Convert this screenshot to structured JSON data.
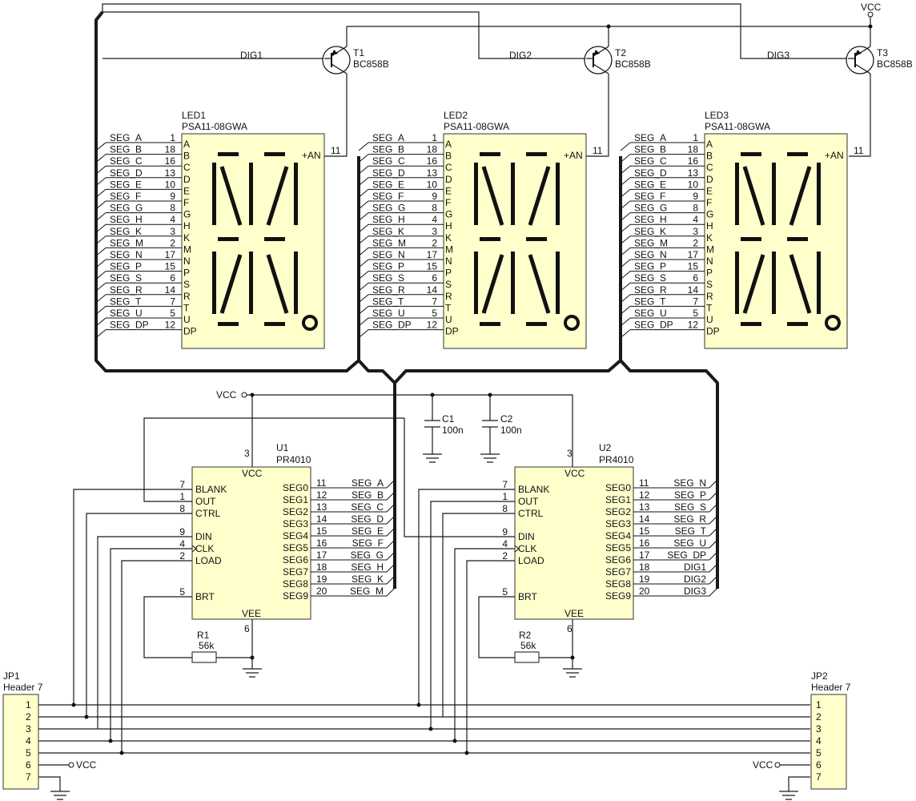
{
  "vcc": "VCC",
  "header_pins": [
    "1",
    "2",
    "3",
    "4",
    "5",
    "6",
    "7"
  ],
  "transistors": [
    {
      "ref": "T1",
      "part": "BC858B",
      "dig": "DIG1"
    },
    {
      "ref": "T2",
      "part": "BC858B",
      "dig": "DIG2"
    },
    {
      "ref": "T3",
      "part": "BC858B",
      "dig": "DIG3"
    }
  ],
  "leds": [
    {
      "ref": "LED1",
      "part": "PSA11-08GWA"
    },
    {
      "ref": "LED2",
      "part": "PSA11-08GWA"
    },
    {
      "ref": "LED3",
      "part": "PSA11-08GWA"
    }
  ],
  "led_pins": {
    "nets": [
      "SEG_A",
      "SEG_B",
      "SEG_C",
      "SEG_D",
      "SEG_E",
      "SEG_F",
      "SEG_G",
      "SEG_H",
      "SEG_K",
      "SEG_M",
      "SEG_N",
      "SEG_P",
      "SEG_S",
      "SEG_R",
      "SEG_T",
      "SEG_U",
      "SEG_DP"
    ],
    "nums": [
      "1",
      "18",
      "16",
      "13",
      "10",
      "9",
      "8",
      "4",
      "3",
      "2",
      "17",
      "15",
      "6",
      "14",
      "7",
      "5",
      "12"
    ],
    "letters": [
      "A",
      "B",
      "C",
      "D",
      "E",
      "F",
      "G",
      "H",
      "K",
      "M",
      "N",
      "P",
      "S",
      "R",
      "T",
      "U",
      "DP"
    ],
    "anode": "+AN",
    "anode_pin": "11"
  },
  "drivers": [
    {
      "ref": "U1",
      "part": "PR4010",
      "vcc_pin": "3",
      "vee_pin": "6",
      "out_nets": [
        "SEG_A",
        "SEG_B",
        "SEG_C",
        "SEG_D",
        "SEG_E",
        "SEG_F",
        "SEG_G",
        "SEG_H",
        "SEG_K",
        "SEG_M"
      ]
    },
    {
      "ref": "U2",
      "part": "PR4010",
      "vcc_pin": "3",
      "vee_pin": "6",
      "out_nets": [
        "SEG_N",
        "SEG_P",
        "SEG_S",
        "SEG_R",
        "SEG_T",
        "SEG_U",
        "SEG_DP",
        "DIG1",
        "DIG2",
        "DIG3"
      ]
    }
  ],
  "driver_pins": {
    "vcc": "VCC",
    "vee": "VEE",
    "left_names": [
      "BLANK",
      "OUT",
      "CTRL",
      "DIN",
      "CLK",
      "LOAD",
      "BRT"
    ],
    "left_nums": [
      "7",
      "1",
      "8",
      "9",
      "4",
      "2",
      "5"
    ],
    "right_names": [
      "SEG0",
      "SEG1",
      "SEG2",
      "SEG3",
      "SEG4",
      "SEG5",
      "SEG6",
      "SEG7",
      "SEG8",
      "SEG9"
    ],
    "right_nums": [
      "11",
      "12",
      "13",
      "14",
      "15",
      "16",
      "17",
      "18",
      "19",
      "20"
    ]
  },
  "capacitors": [
    {
      "ref": "C1",
      "value": "100n"
    },
    {
      "ref": "C2",
      "value": "100n"
    }
  ],
  "resistors": [
    {
      "ref": "R1",
      "value": "56k"
    },
    {
      "ref": "R2",
      "value": "56k"
    }
  ],
  "headers": [
    {
      "ref": "JP1",
      "part": "Header 7"
    },
    {
      "ref": "JP2",
      "part": "Header 7"
    }
  ]
}
